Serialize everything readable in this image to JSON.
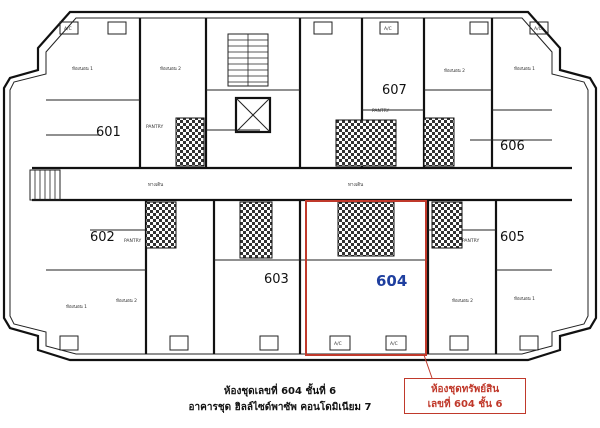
{
  "units": {
    "u601": "601",
    "u602": "602",
    "u603": "603",
    "u604": "604",
    "u605": "605",
    "u606": "606",
    "u607": "607"
  },
  "room_labels": {
    "bedroom1": "ห้องนอน 1",
    "bedroom2": "ห้องนอน 2",
    "pantry": "PANTRY",
    "corridor": "ทางเดิน",
    "ac": "A/C"
  },
  "caption": {
    "line1": "ห้องชุดเลขที่ 604  ชั้นที่ 6",
    "line2": "อาคารชุด ฮิลล์ไซด์พาซัพ คอนโดมิเนียม 7"
  },
  "property_box": {
    "line1": "ห้องชุดทรัพย์สิน",
    "line2": "เลขที่ 604  ชั้น 6"
  },
  "colors": {
    "highlight": "#c0392b",
    "unit_label_blue": "#1f3f9f"
  }
}
